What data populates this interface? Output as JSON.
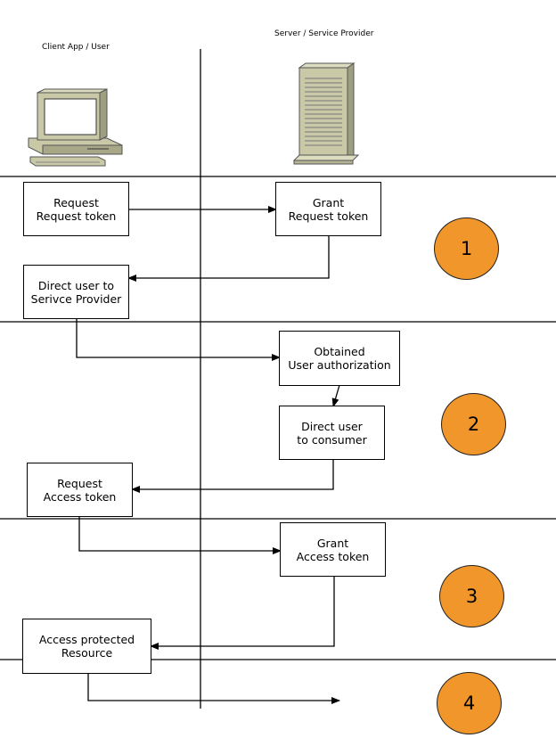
{
  "lanes": {
    "client": "Client App / User",
    "server": "Server / Service Provider"
  },
  "icons": {
    "client": "desktop-computer-icon",
    "server": "server-tower-icon"
  },
  "colors": {
    "step_fill": "#f0962a",
    "line": "#000000"
  },
  "boxes": {
    "request_request_token": "Request\nRequest token",
    "grant_request_token": "Grant\nRequest token",
    "direct_user_to_sp": "Direct user to\nSerivce Provider",
    "obtained_user_auth": "Obtained\nUser authorization",
    "direct_user_to_consumer": "Direct user\nto consumer",
    "request_access_token": "Request\nAccess token",
    "grant_access_token": "Grant\nAccess token",
    "access_protected_resource": "Access protected\nResource"
  },
  "steps": [
    "1",
    "2",
    "3",
    "4"
  ]
}
